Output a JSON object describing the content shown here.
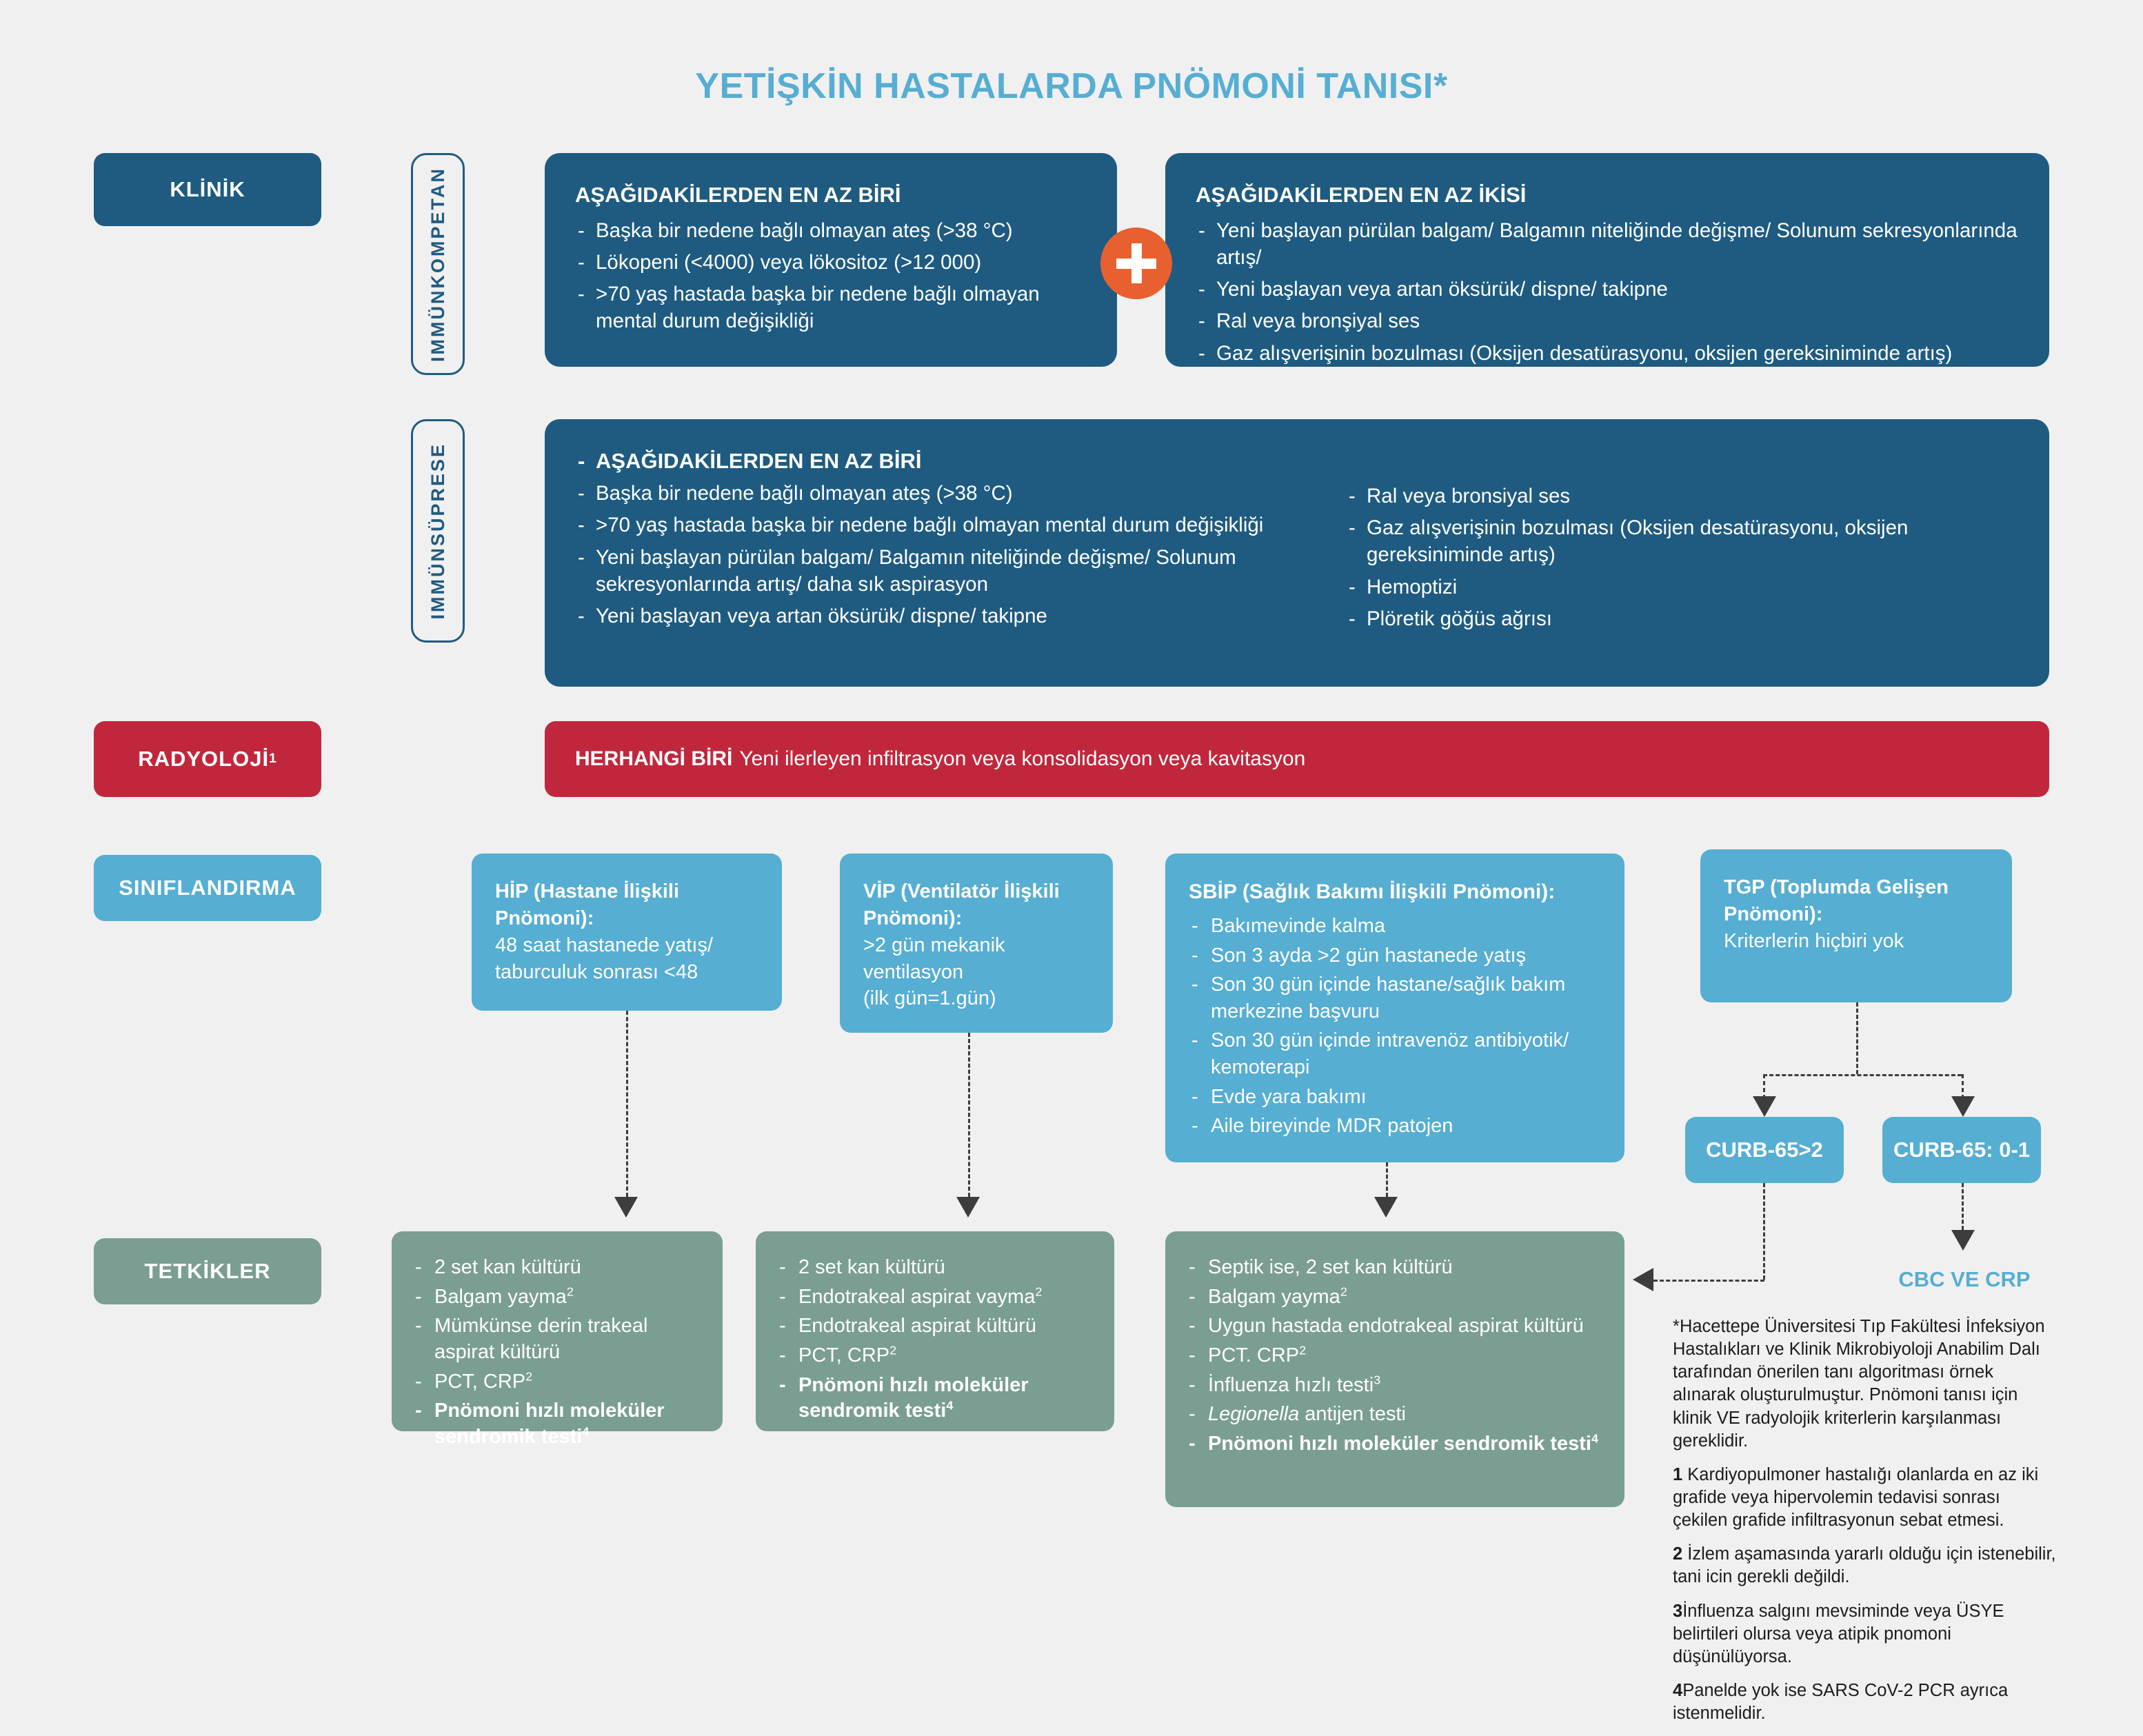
{
  "title": "YETİŞKİN HASTALARDA PNÖMONİ TANISI*",
  "stages": {
    "klinik": "KLİNİK",
    "radyoloji": "RADYOLOJİ",
    "radyoloji_sup": "1",
    "siniflandirma": "SINIFLANDIRMA",
    "tetkikler": "TETKİKLER"
  },
  "side_labels": {
    "immunkompetan": "IMMÜNKOMPETAN",
    "immunsuprese": "IMMÜNSÜPRESE"
  },
  "plus_badge": "plus-icon",
  "immunkompetan": {
    "left_box": {
      "heading": "AŞAĞIDAKİLERDEN EN AZ BİRİ",
      "items": [
        "Başka bir nedene bağlı olmayan ateş (>38 °C)",
        "Lökopeni (<4000) veya lökositoz (>12 000)",
        ">70 yaş hastada başka bir nedene bağlı olmayan mental durum değişikliği"
      ]
    },
    "right_box": {
      "heading": "AŞAĞIDAKİLERDEN EN AZ İKİSİ",
      "items": [
        "Yeni başlayan pürülan balgam/ Balgamın niteliğinde değişme/ Solunum sekresyonlarında artış/",
        "Yeni başlayan veya artan öksürük/ dispne/ takipne",
        "Ral veya bronşiyal ses",
        "Gaz alışverişinin bozulması (Oksijen desatürasyonu, oksijen gereksiniminde artış)"
      ]
    }
  },
  "immunsuprese": {
    "left_items": [
      "AŞAĞIDAKİLERDEN EN AZ BİRİ",
      "Başka bir nedene bağlı olmayan ateş (>38 °C)",
      ">70 yaş hastada başka bir nedene bağlı olmayan mental durum değişikliği",
      "Yeni başlayan pürülan balgam/ Balgamın niteliğinde değişme/ Solunum sekresyonlarında artış/ daha sık aspirasyon",
      "Yeni başlayan veya artan öksürük/ dispne/ takipne"
    ],
    "right_items": [
      "Ral veya bronsiyal ses",
      "Gaz  alışverişinin bozulması (Oksijen desatürasyonu, oksijen gereksiniminde artış)",
      "Hemoptizi",
      "Plöretik göğüs ağrısı"
    ]
  },
  "radyoloji": {
    "strong": "HERHANGİ BİRİ",
    "text": "Yeni ilerleyen infiltrasyon veya konsolidasyon veya kavitasyon"
  },
  "classification": {
    "hip": {
      "title": "HİP (Hastane İlişkili Pnömoni):",
      "lines": [
        "48 saat hastanede yatış/",
        "taburculuk sonrası <48"
      ]
    },
    "vip": {
      "title": "VİP (Ventilatör İlişkili Pnömoni):",
      "lines": [
        ">2 gün mekanik",
        "ventilasyon",
        "(ilk gün=1.gün)"
      ]
    },
    "sbip": {
      "title": "SBİP (Sağlık Bakımı İlişkili Pnömoni):",
      "items": [
        "Bakımevinde kalma",
        "Son 3 ayda >2 gün hastanede yatış",
        "Son 30 gün içinde hastane/sağlık bakım merkezine başvuru",
        "Son 30 gün içinde intravenöz antibiyotik/ kemoterapi",
        "Evde yara bakımı",
        "Aile bireyinde MDR patojen"
      ]
    },
    "tgp": {
      "title": "TGP (Toplumda Gelişen Pnömoni):",
      "lines": [
        "Kriterlerin hiçbiri yok"
      ]
    }
  },
  "curb": {
    "high": "CURB-65>2",
    "low": "CURB-65: 0-1",
    "cbc_crp": "CBC VE CRP"
  },
  "tests": {
    "hip": [
      {
        "text": "2 set kan kültürü",
        "sup": "",
        "bold": false
      },
      {
        "text": "Balgam yayma",
        "sup": "2",
        "bold": false
      },
      {
        "text": "Mümkünse derin trakeal aspirat kültürü",
        "sup": "",
        "bold": false
      },
      {
        "text": "PCT, CRP",
        "sup": "2",
        "bold": false
      },
      {
        "text": "Pnömoni hızlı moleküler sendromik testi",
        "sup": "4",
        "bold": true
      }
    ],
    "vip": [
      {
        "text": "2 set kan kültürü",
        "sup": "",
        "bold": false
      },
      {
        "text": "Endotrakeal aspirat vayma",
        "sup": "2",
        "bold": false
      },
      {
        "text": "Endotrakeal aspirat kültürü",
        "sup": "",
        "bold": false
      },
      {
        "text": "PCT, CRP",
        "sup": "2",
        "bold": false
      },
      {
        "text": "Pnömoni hızlı moleküler sendromik testi",
        "sup": "4",
        "bold": true
      }
    ],
    "sbip": [
      {
        "text": "Septik ise, 2 set kan kültürü",
        "sup": "",
        "bold": false
      },
      {
        "text": "Balgam yayma",
        "sup": "2",
        "bold": false
      },
      {
        "text": "Uygun hastada endotrakeal aspirat kültürü",
        "sup": "",
        "bold": false
      },
      {
        "text": "PCT. CRP",
        "sup": "2",
        "bold": false
      },
      {
        "text": "İnfluenza hızlı testi",
        "sup": "3",
        "bold": false
      },
      {
        "text": "Legionella antijen testi",
        "sup": "",
        "bold": false,
        "italic_prefix": "Legionella"
      },
      {
        "text": "Pnömoni hızlı moleküler sendromik testi",
        "sup": "4",
        "bold": true
      }
    ]
  },
  "footnotes": [
    {
      "marker": "*",
      "text": "Hacettepe Üniversitesi Tıp Fakültesi İnfeksiyon Hastalıkları ve Klinik Mikrobiyoloji Anabilim Dalı tarafından önerilen tanı algoritması örnek alınarak oluşturulmuştur. Pnömoni tanısı için klinik VE radyolojik kriterlerin karşılanması gereklidir."
    },
    {
      "marker": "1",
      "text": " Kardiyopulmoner hastalığı olanlarda en az iki grafide veya hipervolemin tedavisi sonrası çekilen grafide infiltrasyonun sebat etmesi."
    },
    {
      "marker": "2",
      "text": " İzlem aşamasında yararlı olduğu için istenebilir, tani icin gerekli değildi."
    },
    {
      "marker": "3",
      "text": "İnfluenza salgını mevsiminde veya ÜSYE belirtileri olursa veya atipik pnomoni düşünülüyorsa."
    },
    {
      "marker": "4",
      "text": "Panelde yok ise SARS CoV-2 PCR ayrıca istenmelidir."
    }
  ],
  "colors": {
    "background": "#f0f0f0",
    "dark_blue": "#1f5b80",
    "light_blue": "#56aed2",
    "red": "#c1273c",
    "green": "#7b9e92",
    "orange": "#e8602f",
    "connector": "#3d3d3d"
  }
}
